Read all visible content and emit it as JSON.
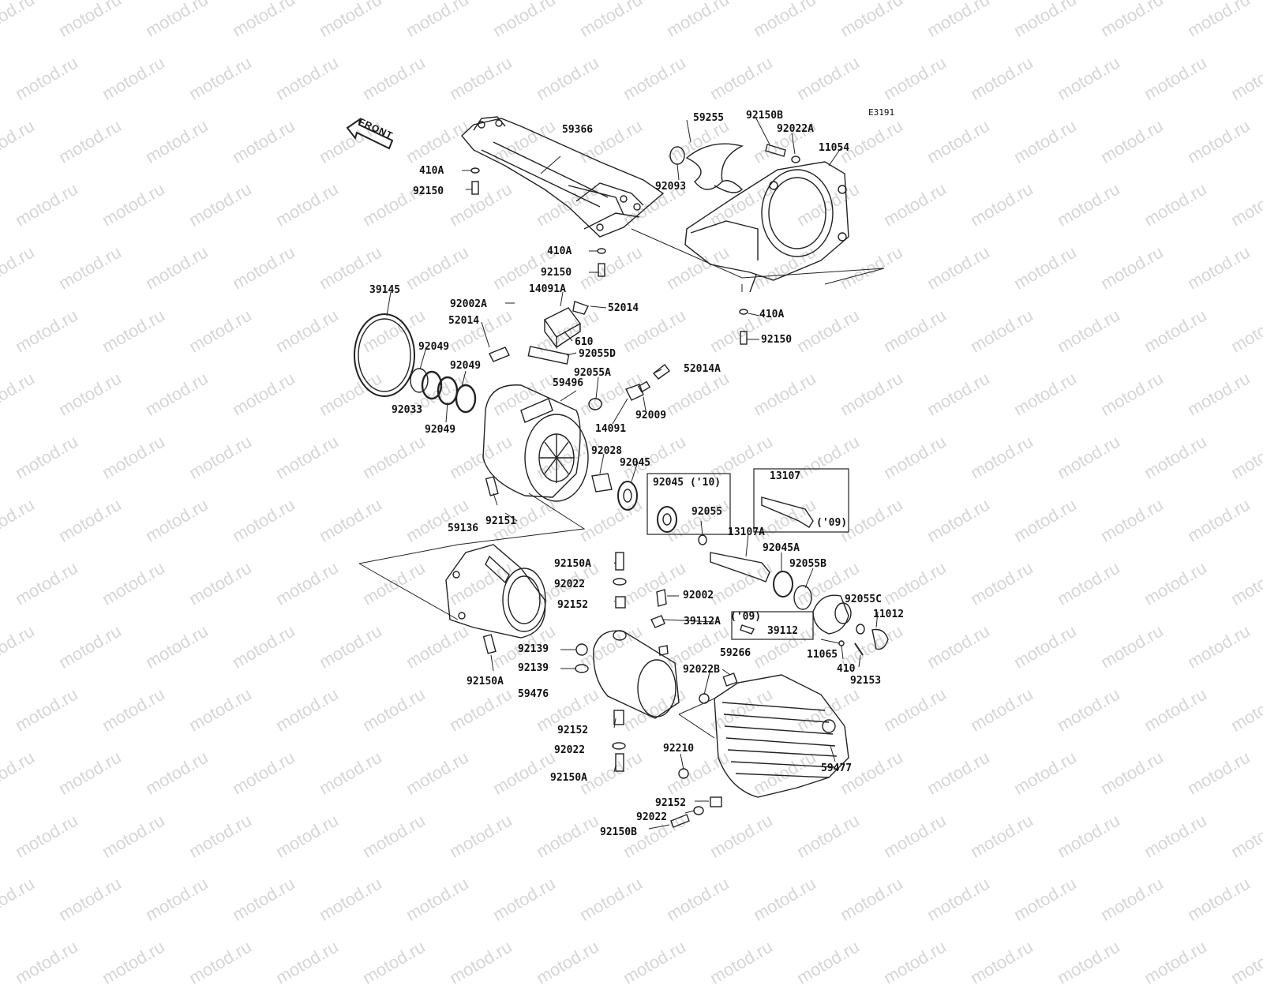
{
  "watermark": "motod.ru",
  "diagram_code": "E3191",
  "front_label": "FRONT",
  "labels": [
    {
      "id": "59366",
      "text": "59366"
    },
    {
      "id": "410A-1",
      "text": "410A"
    },
    {
      "id": "92150-1",
      "text": "92150"
    },
    {
      "id": "410A-2",
      "text": "410A"
    },
    {
      "id": "92150-2",
      "text": "92150"
    },
    {
      "id": "59255",
      "text": "59255"
    },
    {
      "id": "92150B-1",
      "text": "92150B"
    },
    {
      "id": "92022A",
      "text": "92022A"
    },
    {
      "id": "11054",
      "text": "11054"
    },
    {
      "id": "92093",
      "text": "92093"
    },
    {
      "id": "410A-3",
      "text": "410A"
    },
    {
      "id": "92150-3",
      "text": "92150"
    },
    {
      "id": "39145",
      "text": "39145"
    },
    {
      "id": "92002A",
      "text": "92002A"
    },
    {
      "id": "14091A",
      "text": "14091A"
    },
    {
      "id": "52014-1",
      "text": "52014"
    },
    {
      "id": "52014-2",
      "text": "52014"
    },
    {
      "id": "610",
      "text": "610"
    },
    {
      "id": "92055D",
      "text": "92055D"
    },
    {
      "id": "92049-1",
      "text": "92049"
    },
    {
      "id": "92049-2",
      "text": "92049"
    },
    {
      "id": "92049-3",
      "text": "92049"
    },
    {
      "id": "92033",
      "text": "92033"
    },
    {
      "id": "52014A",
      "text": "52014A"
    },
    {
      "id": "92055A",
      "text": "92055A"
    },
    {
      "id": "59496",
      "text": "59496"
    },
    {
      "id": "92009",
      "text": "92009"
    },
    {
      "id": "14091",
      "text": "14091"
    },
    {
      "id": "92028",
      "text": "92028"
    },
    {
      "id": "92045",
      "text": "92045"
    },
    {
      "id": "92045-10",
      "text": "92045 ('10)"
    },
    {
      "id": "13107",
      "text": "13107"
    },
    {
      "id": "09-1",
      "text": "('09)"
    },
    {
      "id": "92151",
      "text": "92151"
    },
    {
      "id": "92055",
      "text": "92055"
    },
    {
      "id": "13107A",
      "text": "13107A"
    },
    {
      "id": "59136",
      "text": "59136"
    },
    {
      "id": "92150A-1",
      "text": "92150A"
    },
    {
      "id": "92045A",
      "text": "92045A"
    },
    {
      "id": "92055B",
      "text": "92055B"
    },
    {
      "id": "92022-1",
      "text": "92022"
    },
    {
      "id": "92002",
      "text": "92002"
    },
    {
      "id": "92152-1",
      "text": "92152"
    },
    {
      "id": "09-2",
      "text": "('09)"
    },
    {
      "id": "39112A",
      "text": "39112A"
    },
    {
      "id": "39112",
      "text": "39112"
    },
    {
      "id": "92055C",
      "text": "92055C"
    },
    {
      "id": "11012",
      "text": "11012"
    },
    {
      "id": "11065",
      "text": "11065"
    },
    {
      "id": "92139-1",
      "text": "92139"
    },
    {
      "id": "92139-2",
      "text": "92139"
    },
    {
      "id": "92150A-2",
      "text": "92150A"
    },
    {
      "id": "59266",
      "text": "59266"
    },
    {
      "id": "410",
      "text": "410"
    },
    {
      "id": "92153",
      "text": "92153"
    },
    {
      "id": "92022B",
      "text": "92022B"
    },
    {
      "id": "59476",
      "text": "59476"
    },
    {
      "id": "92152-2",
      "text": "92152"
    },
    {
      "id": "92022-2",
      "text": "92022"
    },
    {
      "id": "92210",
      "text": "92210"
    },
    {
      "id": "59477",
      "text": "59477"
    },
    {
      "id": "92150A-3",
      "text": "92150A"
    },
    {
      "id": "92152-3",
      "text": "92152"
    },
    {
      "id": "92022-3",
      "text": "92022"
    },
    {
      "id": "92150B-2",
      "text": "92150B"
    }
  ]
}
